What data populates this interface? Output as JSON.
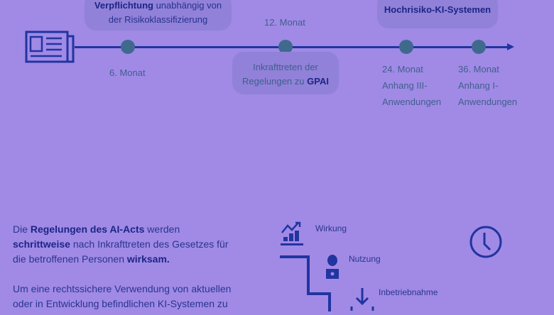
{
  "timeline": {
    "box_left": {
      "bold": "Verpflichtung",
      "rest": " unabhängig von",
      "line2": "der Risikoklassifizierung"
    },
    "box_right": {
      "bold": "Hochrisiko-KI-Systemen"
    },
    "box_mid": {
      "line1": "Inkrafttreten der",
      "line2_prefix": "Regelungen zu ",
      "line2_bold": "GPAI"
    },
    "month_12": "12. Monat",
    "month_6": "6. Monat",
    "month_24": "24. Monat",
    "month_24_desc1": "Anhang III-",
    "month_24_desc2": "Anwendungen",
    "month_36": "36. Monat",
    "month_36_desc1": "Anhang I-",
    "month_36_desc2": "Anwendungen"
  },
  "intro": {
    "p1": [
      "Die ",
      "Regelungen des AI-Acts",
      " werden",
      "schrittweise",
      " nach Inkrafttreten des Gesetzes für",
      "die betroffenen Personen ",
      "wirksam."
    ],
    "p2_line1": "Um eine rechtssichere Verwendung von aktuellen",
    "p2_line2": "oder in Entwicklung befindlichen KI-Systemen zu"
  },
  "steps": {
    "wirkung": "Wirkung",
    "nutzung": "Nutzung",
    "inbetriebnahme": "Inbetriebnahme"
  }
}
